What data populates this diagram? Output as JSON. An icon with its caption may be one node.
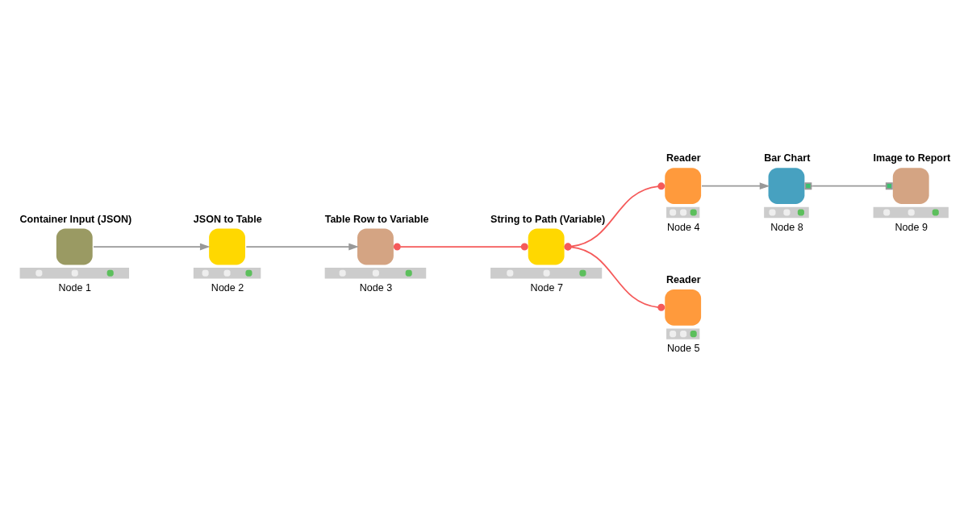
{
  "diagram": {
    "nodes": [
      {
        "text": [
          "Container Input (JSON)"
        ],
        "beside": [
          "Node 1"
        ]
      },
      {
        "text": [
          "JSON to Table"
        ],
        "beside": [
          "Node 2"
        ]
      },
      {
        "text": [
          "Table Row to Variable"
        ],
        "beside": [
          "Node 3"
        ]
      },
      {
        "text": [
          "String to Path (Variable)"
        ],
        "beside": [
          "Node 7"
        ]
      },
      {
        "text": [
          "Reader"
        ],
        "beside": [
          "Node 4"
        ]
      },
      {
        "text": [
          "Bar Chart"
        ],
        "beside": [
          "Node 8"
        ]
      },
      {
        "text": [
          "Image to Report"
        ],
        "beside": [
          "Node 9"
        ]
      },
      {
        "text": [
          "Reader"
        ],
        "beside": [
          "Node 5"
        ]
      }
    ],
    "edges": [
      {
        "from": 0,
        "to": 1,
        "arrow": "to"
      },
      {
        "from": 1,
        "to": 2,
        "arrow": "to"
      },
      {
        "from": 2,
        "to": 3,
        "arrow": "other",
        "color": "#f55a5a"
      },
      {
        "from": 3,
        "to": 4,
        "arrow": "other",
        "color": "#f55a5a"
      },
      {
        "from": 3,
        "to": 7,
        "arrow": "other",
        "color": "#f55a5a"
      },
      {
        "from": 4,
        "to": 5,
        "arrow": "to"
      },
      {
        "from": 5,
        "to": 6,
        "arrow": "other"
      }
    ]
  }
}
